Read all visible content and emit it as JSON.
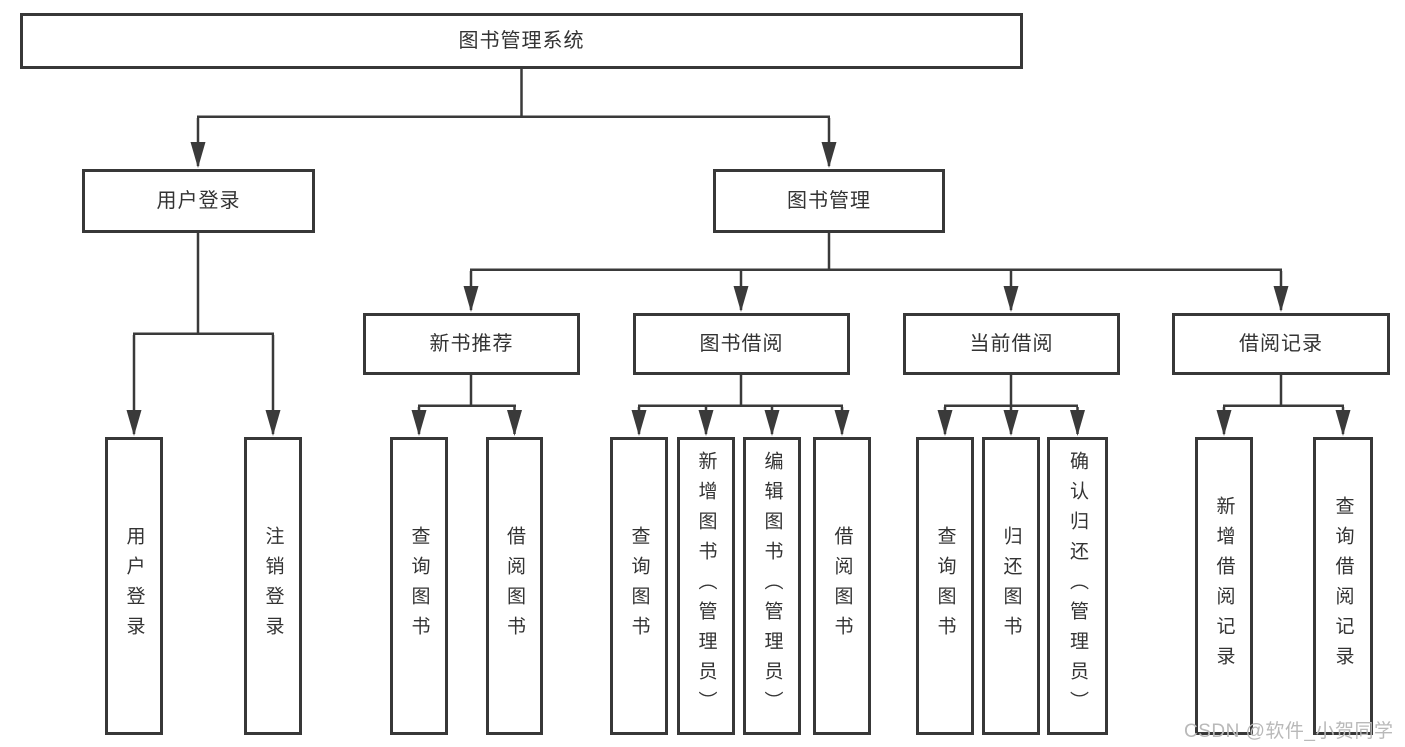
{
  "diagram_title": "图书管理系统",
  "nodes": {
    "root": "图书管理系统",
    "user_login": "用户登录",
    "book_mgmt": "图书管理",
    "new_book_rec": "新书推荐",
    "book_borrow": "图书借阅",
    "current_borrow": "当前借阅",
    "borrow_records": "借阅记录",
    "leaf_user_login": "用户登录",
    "leaf_logout": "注销登录",
    "leaf_query_1": "查询图书",
    "leaf_borrow_1": "借阅图书",
    "leaf_query_2": "查询图书",
    "leaf_add_book": "新增图书（管理员）",
    "leaf_edit_book": "编辑图书（管理员）",
    "leaf_borrow_2": "借阅图书",
    "leaf_query_3": "查询图书",
    "leaf_return_book": "归还图书",
    "leaf_confirm_return": "确认归还（管理员）",
    "leaf_add_record": "新增借阅记录",
    "leaf_query_record": "查询借阅记录"
  },
  "hierarchy": {
    "图书管理系统": [
      "用户登录",
      "图书管理"
    ],
    "用户登录": [
      "用户登录",
      "注销登录"
    ],
    "图书管理": [
      "新书推荐",
      "图书借阅",
      "当前借阅",
      "借阅记录"
    ],
    "新书推荐": [
      "查询图书",
      "借阅图书"
    ],
    "图书借阅": [
      "查询图书",
      "新增图书（管理员）",
      "编辑图书（管理员）",
      "借阅图书"
    ],
    "当前借阅": [
      "查询图书",
      "归还图书",
      "确认归还（管理员）"
    ],
    "借阅记录": [
      "新增借阅记录",
      "查询借阅记录"
    ]
  },
  "watermark": "CSDN @软件_小贺同学",
  "colors": {
    "line": "#3a3a3a",
    "box_border": "#383838",
    "box_fill": "#ffffff",
    "text": "#333333",
    "watermark": "#b9b9b9",
    "background": "#ffffff"
  }
}
